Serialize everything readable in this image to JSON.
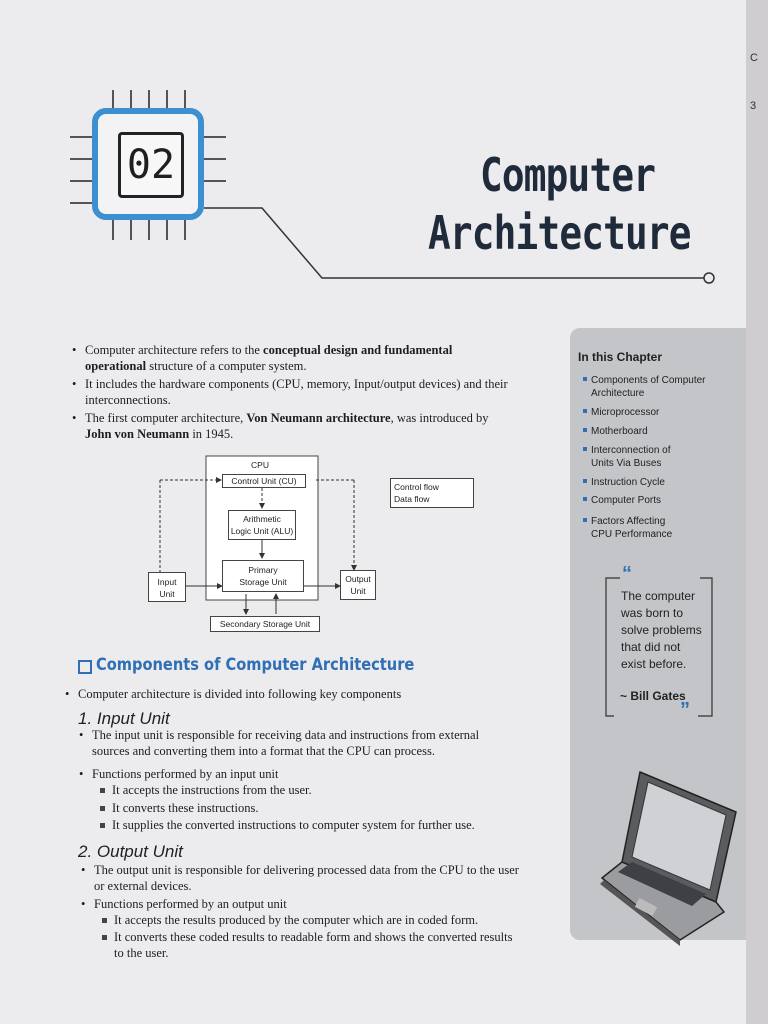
{
  "edge_marks": [
    "C",
    "3"
  ],
  "chapter": {
    "number": "02",
    "title_line1": "Computer",
    "title_line2": "Architecture"
  },
  "intro": [
    {
      "pre": "Computer architecture refers to the ",
      "bold": "conceptual design and fundamental",
      "bold2": "operational",
      "post": " structure of a computer system."
    },
    {
      "text": "It includes the hardware components (CPU, memory, Input/output devices) and their interconnections."
    },
    {
      "pre": "The first computer architecture, ",
      "bold": "Von Neumann architecture",
      "post": ", was introduced by",
      "bold2": "John von Neumann",
      "post2": " in 1945."
    }
  ],
  "diagram": {
    "cpu": "CPU",
    "cu": "Control Unit (CU)",
    "alu_1": "Arithmetic",
    "alu_2": "Logic Unit (ALU)",
    "psu_1": "Primary",
    "psu_2": "Storage Unit",
    "input_1": "Input",
    "input_2": "Unit",
    "output_1": "Output",
    "output_2": "Unit",
    "secondary": "Secondary Storage Unit",
    "legend_control": "Control flow",
    "legend_data": "Data flow"
  },
  "section": {
    "heading": "Components of Computer Architecture",
    "intro": "Computer architecture is divided into following key components"
  },
  "input_unit": {
    "heading": "1. Input Unit",
    "b1": "The input unit is responsible for receiving data and instructions from external",
    "b1b": "sources and converting them into a format that the CPU can process.",
    "b2": "Functions performed by an input unit",
    "s1": "It accepts the instructions from the user.",
    "s2": "It converts these instructions.",
    "s3": "It supplies the converted instructions to computer system for further use."
  },
  "output_unit": {
    "heading": "2. Output Unit",
    "b1": "The output unit is responsible for delivering processed data from the CPU to the user",
    "b1b": "or external devices.",
    "b2": "Functions performed by an output unit",
    "s1": "It accepts the results produced by the computer which are in coded form.",
    "s2": "It converts these coded results to readable form and shows the converted results",
    "s2b": "to the user."
  },
  "sidebar": {
    "title": "In this Chapter",
    "items": [
      [
        "Components of Computer",
        "Architecture"
      ],
      [
        "Microprocessor"
      ],
      [
        "Motherboard"
      ],
      [
        "Interconnection of",
        "Units Via Buses"
      ],
      [
        "Instruction Cycle"
      ],
      [
        "Computer Ports"
      ],
      [
        "Factors Affecting",
        "CPU Performance"
      ]
    ],
    "quote_lines": [
      "The computer",
      "was born to",
      "solve problems",
      "that did not",
      "exist before."
    ],
    "quote_author": "~ Bill Gates"
  },
  "colors": {
    "accent": "#2e6fb5",
    "chip_border": "#3c8fd0",
    "sidebar_bg": "#c4c5c8"
  }
}
